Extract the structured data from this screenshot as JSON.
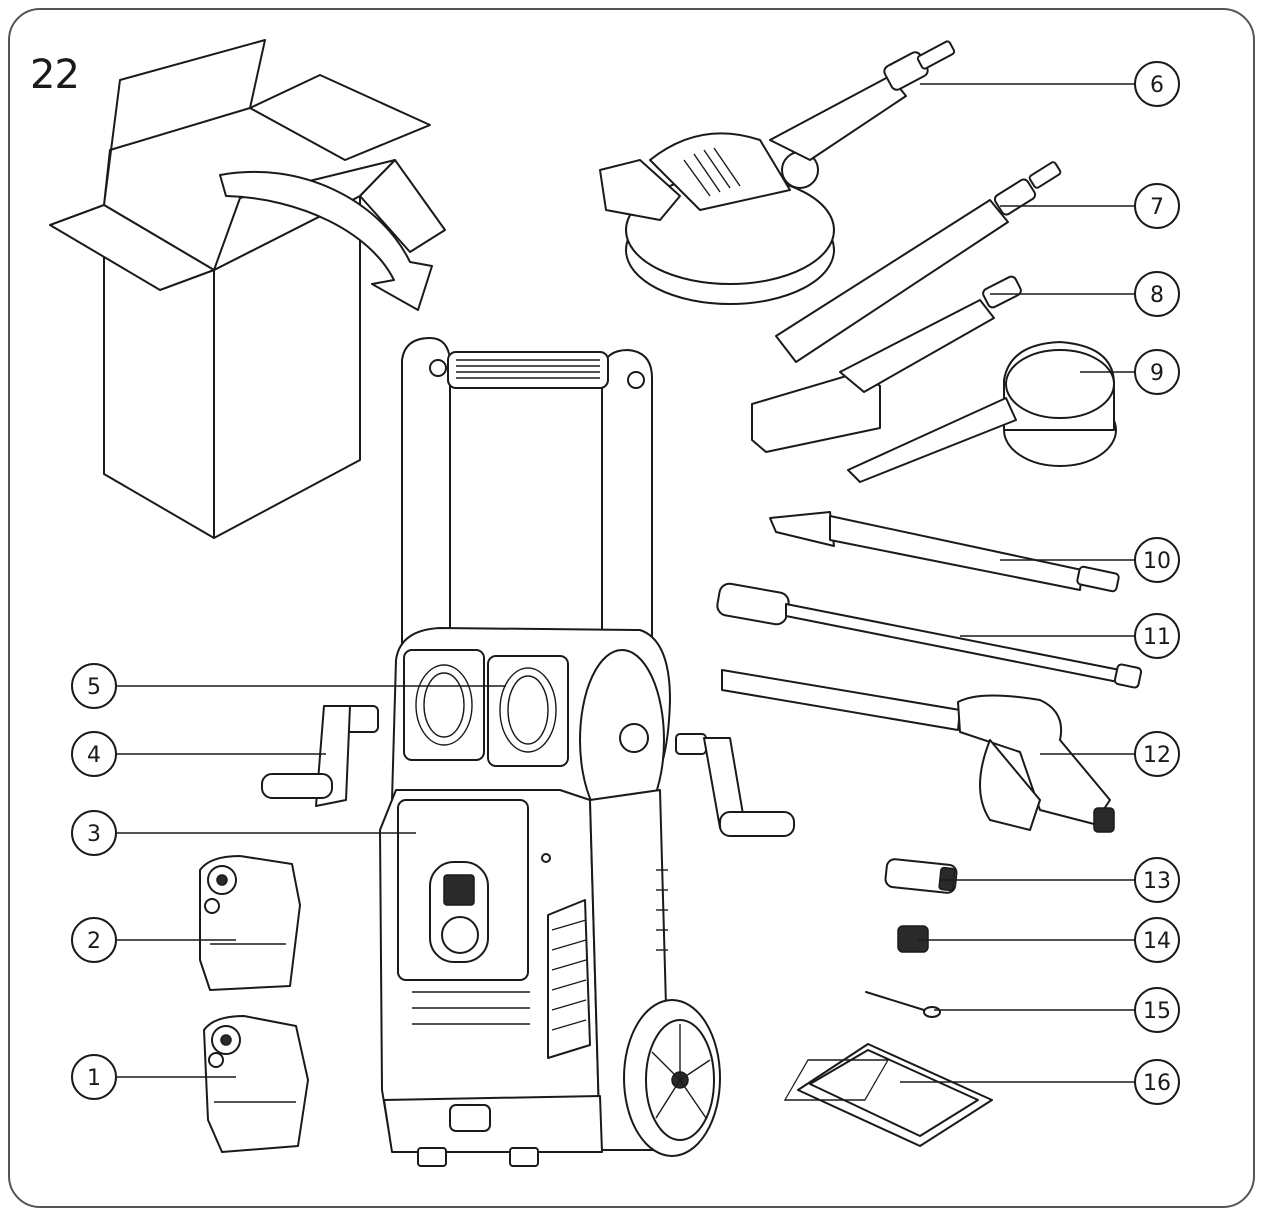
{
  "figure_number": "22",
  "callouts": [
    "1",
    "2",
    "3",
    "4",
    "5",
    "6",
    "7",
    "8",
    "9",
    "10",
    "11",
    "12",
    "13",
    "14",
    "15",
    "16"
  ]
}
